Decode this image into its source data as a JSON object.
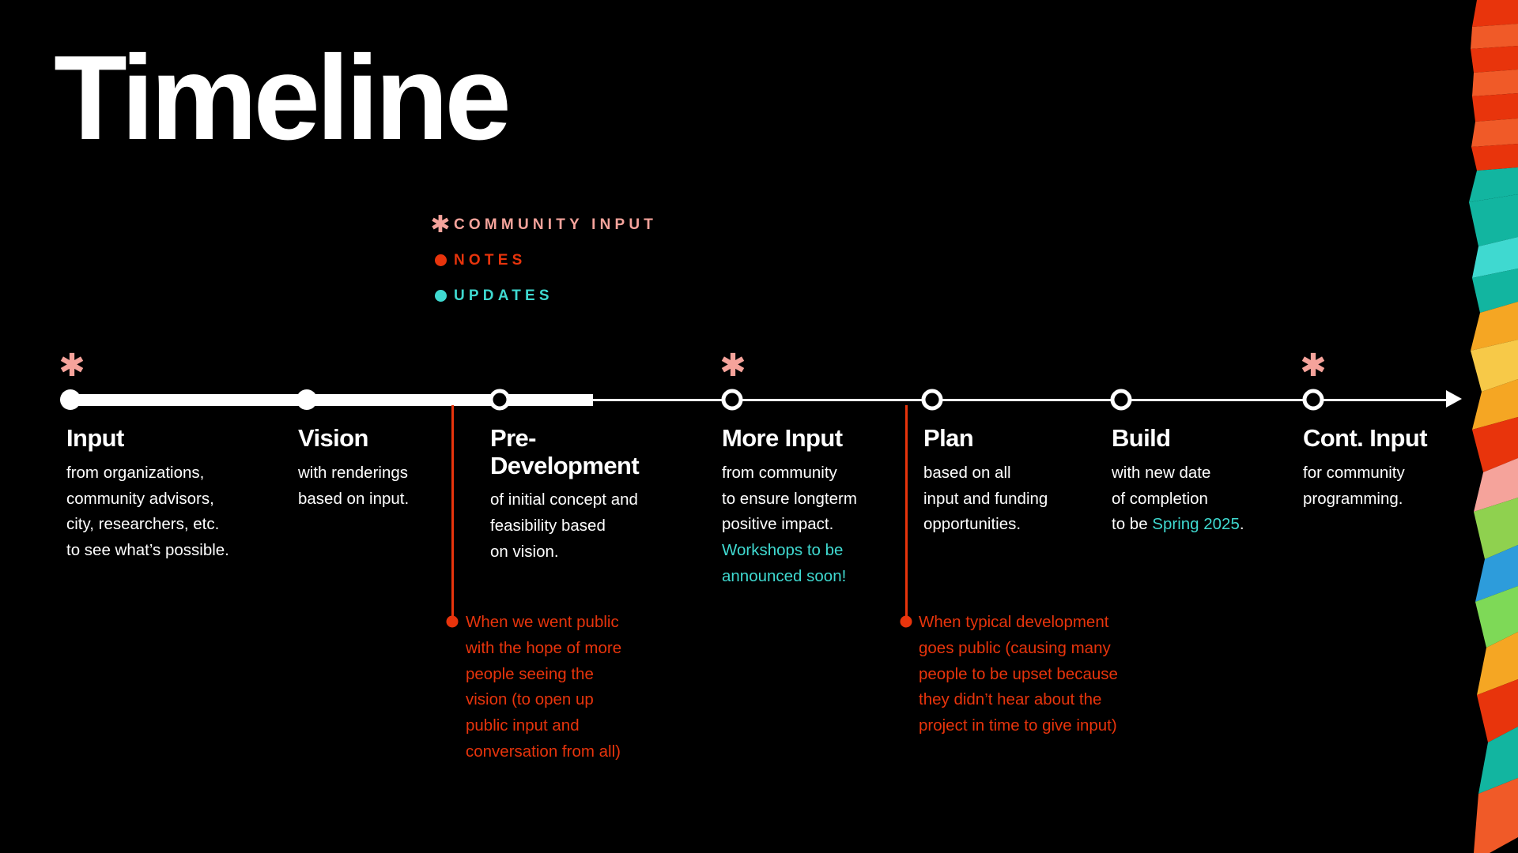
{
  "page": {
    "title": "Timeline",
    "background_color": "#000000"
  },
  "colors": {
    "white": "#ffffff",
    "salmon": "#F5A39B",
    "orange": "#E8340C",
    "teal": "#3FD9D0"
  },
  "legend": {
    "items": [
      {
        "icon": "asterisk-icon",
        "glyph": "✳",
        "label": "COMMUNITY INPUT",
        "color": "#F5A39B"
      },
      {
        "icon": "dot-icon",
        "glyph": "●",
        "label": "NOTES",
        "color": "#E8340C"
      },
      {
        "icon": "dot-icon",
        "glyph": "●",
        "label": "UPDATES",
        "color": "#3FD9D0"
      }
    ]
  },
  "timeline": {
    "stages": [
      {
        "title": "Input",
        "body_lines": [
          "from organizations,",
          "community advisors,",
          "city, researchers, etc.",
          "to see what’s possible."
        ],
        "node": "filled",
        "community_input": true
      },
      {
        "title": "Vision",
        "body_lines": [
          "with renderings",
          "based on input."
        ],
        "node": "filled",
        "community_input": false
      },
      {
        "title": "Pre-\nDevelopment",
        "title_line1": "Pre-",
        "title_line2": "Development",
        "body_lines": [
          "of initial concept and",
          "feasibility based",
          "on vision."
        ],
        "node": "hollow",
        "community_input": false
      },
      {
        "title": "More Input",
        "body_lines": [
          "from community",
          "to ensure longterm",
          "positive impact."
        ],
        "update_lines": [
          "Workshops to be",
          "announced soon!"
        ],
        "node": "hollow",
        "community_input": true
      },
      {
        "title": "Plan",
        "body_lines": [
          "based on all",
          "input and funding",
          "opportunities."
        ],
        "node": "hollow",
        "community_input": false
      },
      {
        "title": "Build",
        "body_lines": [
          "with new date",
          "of completion"
        ],
        "final_line_prefix": "to be ",
        "final_line_update": "Spring 2025",
        "final_line_suffix": ".",
        "node": "hollow",
        "community_input": false
      },
      {
        "title": "Cont. Input",
        "body_lines": [
          "for community",
          "programming."
        ],
        "node": "hollow",
        "community_input": true
      }
    ]
  },
  "notes": [
    {
      "anchor_stage": "Pre-Development",
      "lines": [
        "When we went public",
        "with the hope of more",
        "people seeing the",
        "vision (to open up",
        "public input and",
        "conversation from all)"
      ]
    },
    {
      "anchor_stage": "Plan",
      "lines": [
        "When typical development",
        "goes public (causing many",
        "people to be upset because",
        "they didn’t hear about the",
        "project in time to give input)"
      ]
    }
  ],
  "ribbon": {
    "description": "multicolor-angled-stripes",
    "colors": [
      "#E8340C",
      "#F05A28",
      "#12B5A0",
      "#3FD9D0",
      "#F5A623",
      "#F7C948",
      "#E8340C",
      "#8FD14F",
      "#2D9CDB",
      "#F5A39B",
      "#7ED957"
    ]
  }
}
